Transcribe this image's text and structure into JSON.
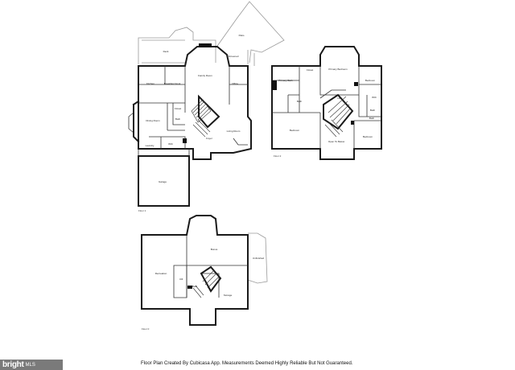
{
  "floors": {
    "first": {
      "label": "Floor 1",
      "rooms": {
        "deck": "Deck",
        "patio": "Patio",
        "screened": "Screened",
        "family_room": "Family Room",
        "kitchen": "Kitchen",
        "breakfast": "Breakfast Nook",
        "office": "Office",
        "dining": "Dining Room",
        "closet": "Closet",
        "bath": "Bath",
        "living": "Living Room",
        "foyer": "Foyer",
        "laundry": "Laundry",
        "wic": "WIC",
        "garage": "Garage"
      }
    },
    "second": {
      "label": "Floor 2",
      "rooms": {
        "primary_bedroom": "Primary Bedroom",
        "closet_a": "Closet",
        "primary_bath": "Primary Bath",
        "bedroom_a": "Bedroom",
        "wic_a": "WIC",
        "bath_a": "Bath",
        "hall": "Hall",
        "bath_b": "Bath",
        "bedroom_b": "Bedroom",
        "open_to_below": "Open To Below",
        "bedroom_c": "Bedroom",
        "bath_c": "Bath"
      }
    },
    "basement": {
      "label": "Floor 0",
      "rooms": {
        "recreation": "Recreation",
        "bonus": "Bonus",
        "unfinished": "Unfinished",
        "util": "Util",
        "bath": "Bath",
        "storage": "Storage"
      }
    }
  },
  "footer": {
    "disclaimer": "Floor Plan Created By Cubicasa App. Measurements Deemed Highly Reliable But Not Guaranteed.",
    "logo_word": "bright",
    "logo_sub": "MLS"
  }
}
